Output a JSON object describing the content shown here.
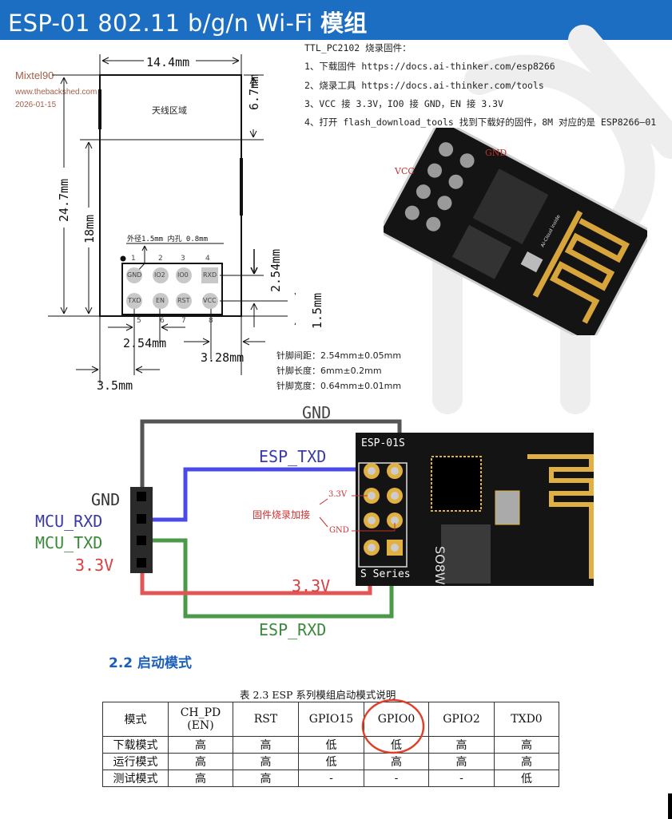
{
  "header": {
    "title_prefix": "ESP-01 802.11 b/g/n Wi-Fi",
    "title_suffix": "模组",
    "bg_color": "#1b6ec2"
  },
  "stamp": {
    "user": "Mixtel90",
    "site": "www.thebackshed.com",
    "date": "2026-01-15"
  },
  "notes": {
    "heading": "TTL_PC2102 烧录固件：",
    "items": [
      "1、下载固件 https://docs.ai-thinker.com/esp8266",
      "2、烧录工具 https://docs.ai-thinker.com/tools",
      "3、VCC 接 3.3V，IO0 接 GND，EN 接 3.3V",
      "4、打开 flash_download_tools 找到下载好的固件，8M 对应的是 ESP8266—01"
    ]
  },
  "dimension_drawing": {
    "width_label": "14.4mm",
    "antenna_height_label": "6.7mm",
    "total_height_label": "24.7mm",
    "body_height_label": "18mm",
    "antenna_area_label": "天线区域",
    "pad_note": "外径1.5mm  内孔 0.8mm",
    "pitch_vertical_label": "2.54mm",
    "edge_offset_label": "1.5mm",
    "pitch_horizontal_label": "2.54mm",
    "right_offset_label": "3.28mm",
    "left_offset_label": "3.5mm",
    "pin_numbers_top": [
      "1",
      "2",
      "3",
      "4"
    ],
    "pin_numbers_bottom": [
      "5",
      "6",
      "7",
      "8"
    ],
    "pins_top": [
      "GND",
      "IO2",
      "IO0",
      "RXD"
    ],
    "pins_bottom": [
      "TXD",
      "EN",
      "RST",
      "VCC"
    ]
  },
  "pin_specs": [
    "针脚间距：2.54mm±0.05mm",
    "针脚长度：6mm±0.2mm",
    "针脚宽度：0.64mm±0.01mm"
  ],
  "photo": {
    "vcc_label": "VCC",
    "gnd_label": "GND",
    "antenna_text": "AI-Cloud inside"
  },
  "wiring": {
    "gnd_top": "GND",
    "esp_txd": "ESP_TXD",
    "esp_rxd": "ESP_RXD",
    "v33_bottom": "3.3V",
    "header_labels": [
      "GND",
      "MCU_RXD",
      "MCU_TXD",
      "3.3V"
    ],
    "burn_note": "固件烧录加接",
    "burn_33": "3.3V",
    "burn_gnd": "GND",
    "module_title": "ESP-01S",
    "module_series": "S Series",
    "flash_chip": "SO8W",
    "colors": {
      "gnd": "#555555",
      "rxd": "#3a3ae0",
      "txd": "#3a8a3a",
      "v33": "#d94040"
    }
  },
  "section": {
    "title": "2.2  启动模式"
  },
  "table": {
    "caption": "表 2.3   ESP 系列模组启动模式说明",
    "headers": [
      "模式",
      "CH_PD\n(EN)",
      "RST",
      "GPIO15",
      "GPIO0",
      "GPIO2",
      "TXD0"
    ],
    "header_ch_pd_line1": "CH_PD",
    "header_ch_pd_line2": "(EN)",
    "rows": [
      [
        "下载模式",
        "高",
        "高",
        "低",
        "低",
        "高",
        "高"
      ],
      [
        "运行模式",
        "高",
        "高",
        "低",
        "高",
        "高",
        "高"
      ],
      [
        "测试模式",
        "高",
        "高",
        "-",
        "-",
        "-",
        "低"
      ]
    ],
    "highlight_color": "#e0402a"
  }
}
